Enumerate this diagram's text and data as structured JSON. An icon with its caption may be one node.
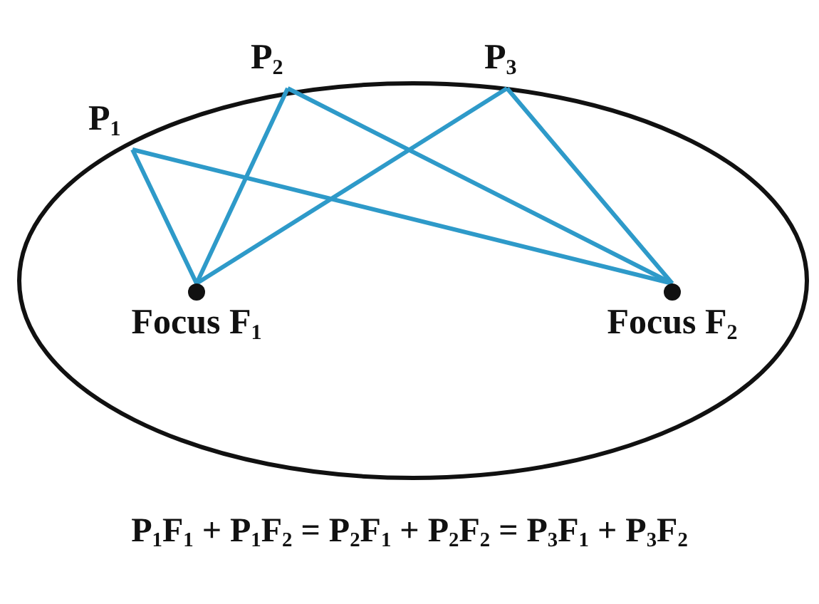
{
  "diagram": {
    "nodes": [
      {
        "text": [],
        "shape": "ellipse"
      },
      {
        "text": [
          "P$_{1}$"
        ]
      },
      {
        "text": [
          "P$_{2}$"
        ]
      },
      {
        "text": [
          "P$_{3}$"
        ]
      },
      {
        "text": [
          "Focus F$_{1}$"
        ],
        "in": 0
      },
      {
        "text": [
          "Focus F$_{2}$"
        ],
        "in": 0
      }
    ],
    "edges": [
      {
        "from": 1,
        "to": 4,
        "arrow": "none",
        "color": "#2e9ac9"
      },
      {
        "from": 1,
        "to": 5,
        "arrow": "none",
        "color": "#2e9ac9"
      },
      {
        "from": 2,
        "to": 4,
        "arrow": "none",
        "color": "#2e9ac9"
      },
      {
        "from": 2,
        "to": 5,
        "arrow": "none",
        "color": "#2e9ac9"
      },
      {
        "from": 3,
        "to": 4,
        "arrow": "none",
        "color": "#2e9ac9"
      },
      {
        "from": 3,
        "to": 5,
        "arrow": "none",
        "color": "#2e9ac9"
      }
    ],
    "labels": [
      "P$_{1}$F$_{1}$ + P$_{1}$F$_{2}$ = P$_{2}$F$_{1}$ + P$_{2}$F$_{2}$ = P$_{3}$F$_{1}$ + P$_{3}$F$_{2}$"
    ]
  }
}
